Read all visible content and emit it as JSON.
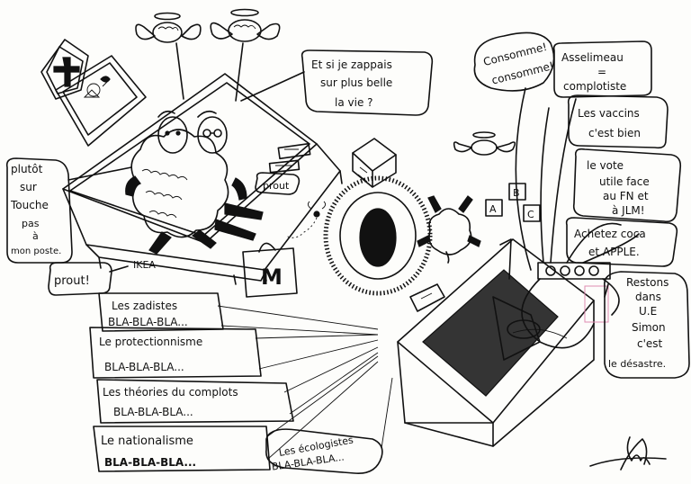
{
  "bubbles": {
    "zapper": [
      "Et si je zappais",
      "sur plus belle",
      "la vie ?"
    ],
    "consomme": [
      "Consomme!",
      "consomme!"
    ],
    "asselimeau": [
      "Asselimeau",
      "=",
      "complotiste"
    ],
    "vaccins": [
      "Les vaccins",
      "c'est bien"
    ],
    "vote": [
      "le vote",
      "utile face",
      "au FN et",
      "à JLM!"
    ],
    "coca": [
      "Achetez coca",
      "et APPLE."
    ],
    "restons": [
      "Restons",
      "dans",
      "U.E",
      "Simon",
      "c'est",
      "le désastre."
    ],
    "plutot": [
      "plutôt",
      "sur",
      "Touche",
      "pas",
      "à",
      "mon poste."
    ],
    "prout_left": [
      "prout!"
    ],
    "prout_small": [
      "prout"
    ]
  },
  "labels": {
    "ikea": "IKEA",
    "mcdo": "M"
  },
  "banners": [
    {
      "title": "Les zadistes",
      "chant": "BLA-BLA-BLA..."
    },
    {
      "title": "Le protectionnisme",
      "chant": "BLA-BLA-BLA..."
    },
    {
      "title": "Les théories du complots",
      "chant": "BLA-BLA-BLA..."
    },
    {
      "title": "Le nationalisme",
      "chant": "BLA-BLA-BLA..."
    },
    {
      "title": "Les écologistes",
      "chant": "BLA-BLA-BLA..."
    }
  ]
}
